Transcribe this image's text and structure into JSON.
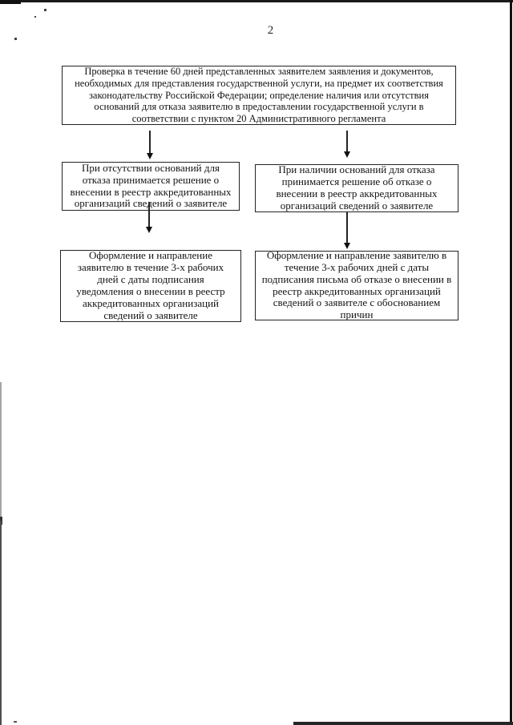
{
  "page": {
    "number": "2"
  },
  "flowchart": {
    "verification_box": {
      "lines": [
        "Проверка в течение 60 дней представленных заявителем заявления и документов,",
        "необходимых для представления государственной услуги, на предмет их соответствия",
        "законодательству Российской Федерации; определение наличия или отсутствия",
        "оснований для отказа заявителю в предоставлении государственной услуги в",
        "соответствии с пунктом 20 Административного регламента"
      ]
    },
    "no_grounds_box": {
      "lines": [
        "При отсутствии оснований для",
        "отказа принимается решение о",
        "внесении в реестр аккредитованных",
        "организаций сведений о заявителе"
      ]
    },
    "grounds_box": {
      "lines": [
        "При наличии оснований для отказа",
        "принимается решение об отказе о",
        "внесении в реестр аккредитованных",
        "организаций сведений о заявителе"
      ]
    },
    "notice_entry_box": {
      "lines": [
        "Оформление и направление",
        "заявителю в течение 3-х рабочих",
        "дней с даты подписания",
        "уведомления о внесении в реестр",
        "аккредитованных организаций",
        "сведений о заявителе"
      ]
    },
    "refusal_letter_box": {
      "lines": [
        "Оформление и направление заявителю в",
        "течение 3-х рабочих дней с даты",
        "подписания письма об отказе о внесении в",
        "реестр аккредитованных организаций",
        "сведений о заявителе с обоснованием",
        "причин"
      ]
    }
  }
}
